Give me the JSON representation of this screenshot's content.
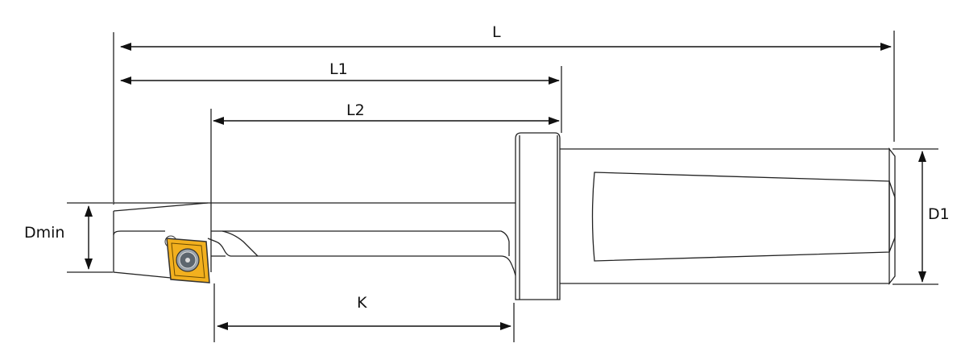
{
  "labels": {
    "L": "L",
    "L1": "L1",
    "L2": "L2",
    "K": "K",
    "Dmin": "Dmin",
    "D1": "D1"
  },
  "colors": {
    "insert": "#F2B01E",
    "line": "#222222"
  }
}
